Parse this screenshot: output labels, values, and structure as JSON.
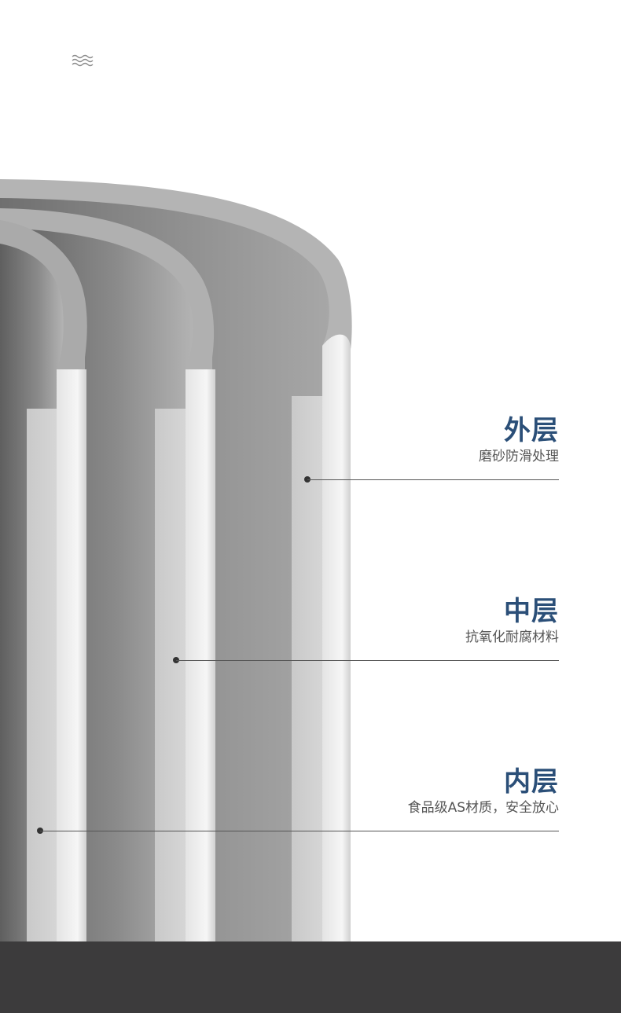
{
  "header": {
    "icon": "wave-lines-icon"
  },
  "layers": [
    {
      "title": "外层",
      "description": "磨砂防滑处理"
    },
    {
      "title": "中层",
      "description": "抗氧化耐腐材料"
    },
    {
      "title": "内层",
      "description": "食品级AS材质，安全放心"
    }
  ],
  "colors": {
    "title": "#2b4f78",
    "description": "#555555",
    "footer": "#3c3b3c",
    "layer_gray": "#b9b9b9"
  }
}
